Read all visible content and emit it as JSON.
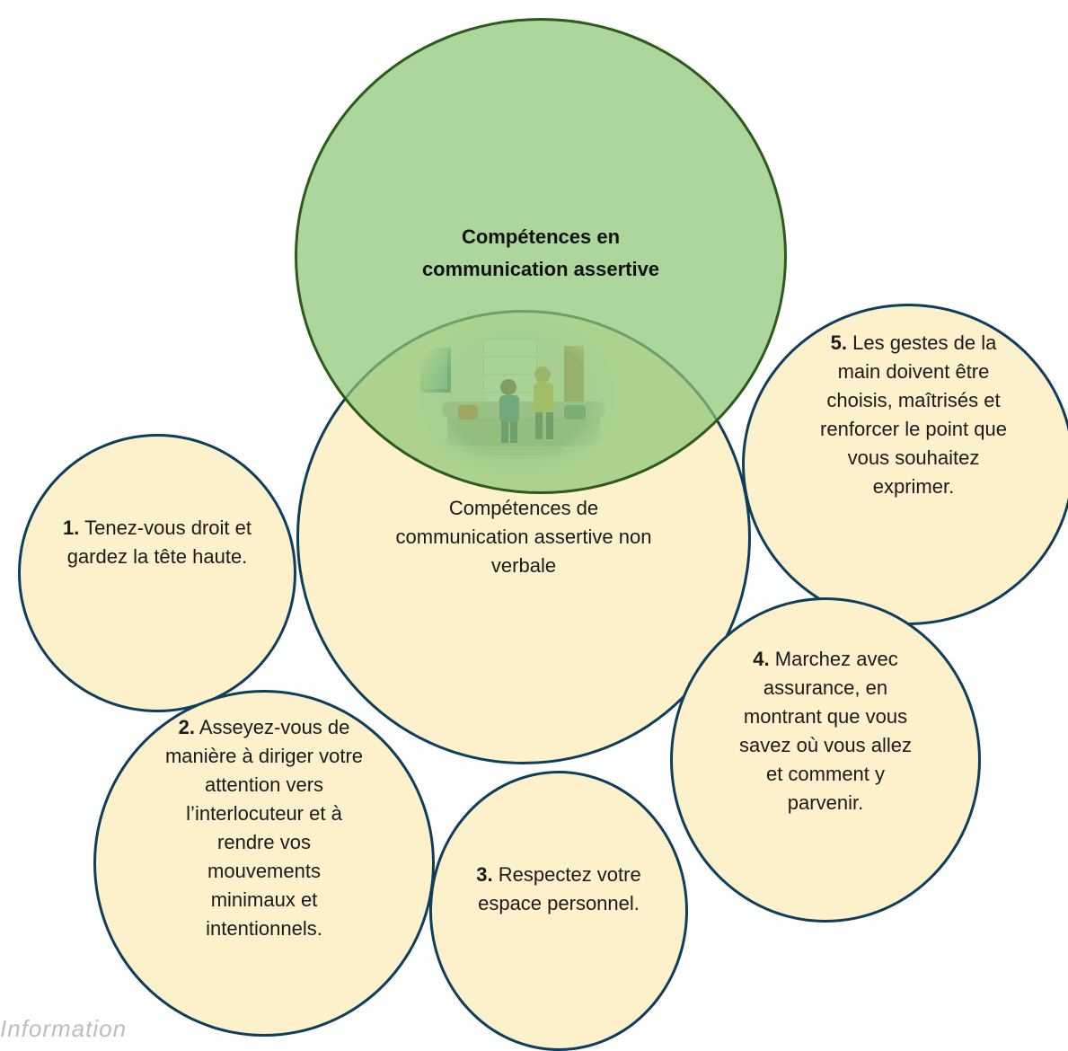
{
  "colors": {
    "circle_fill": "#fdf1cc",
    "circle_border": "#0f3d5c",
    "green_fill": "#8cc676",
    "green_border": "#2e5a1e"
  },
  "main": {
    "title": "Compétences en communication assertive"
  },
  "center": {
    "title": "Compétences de communication assertive non verbale"
  },
  "items": [
    {
      "num": "1.",
      "text": "Tenez-vous droit et gardez la tête haute."
    },
    {
      "num": "2.",
      "text": "Asseyez-vous de manière à diriger votre attention vers l’interlocuteur et à rendre vos mouvements minimaux et intentionnels."
    },
    {
      "num": "3.",
      "text": "Respectez votre espace personnel."
    },
    {
      "num": "4.",
      "text": "Marchez avec assurance, en montrant que vous savez où vous allez et comment y parvenir."
    },
    {
      "num": "5.",
      "text": "Les gestes de la main doivent être choisis, maîtrisés et renforcer le point que vous souhaitez exprimer."
    }
  ],
  "photo": {
    "icon": "living-room-photo"
  },
  "footer": {
    "partial_text": "Information"
  }
}
